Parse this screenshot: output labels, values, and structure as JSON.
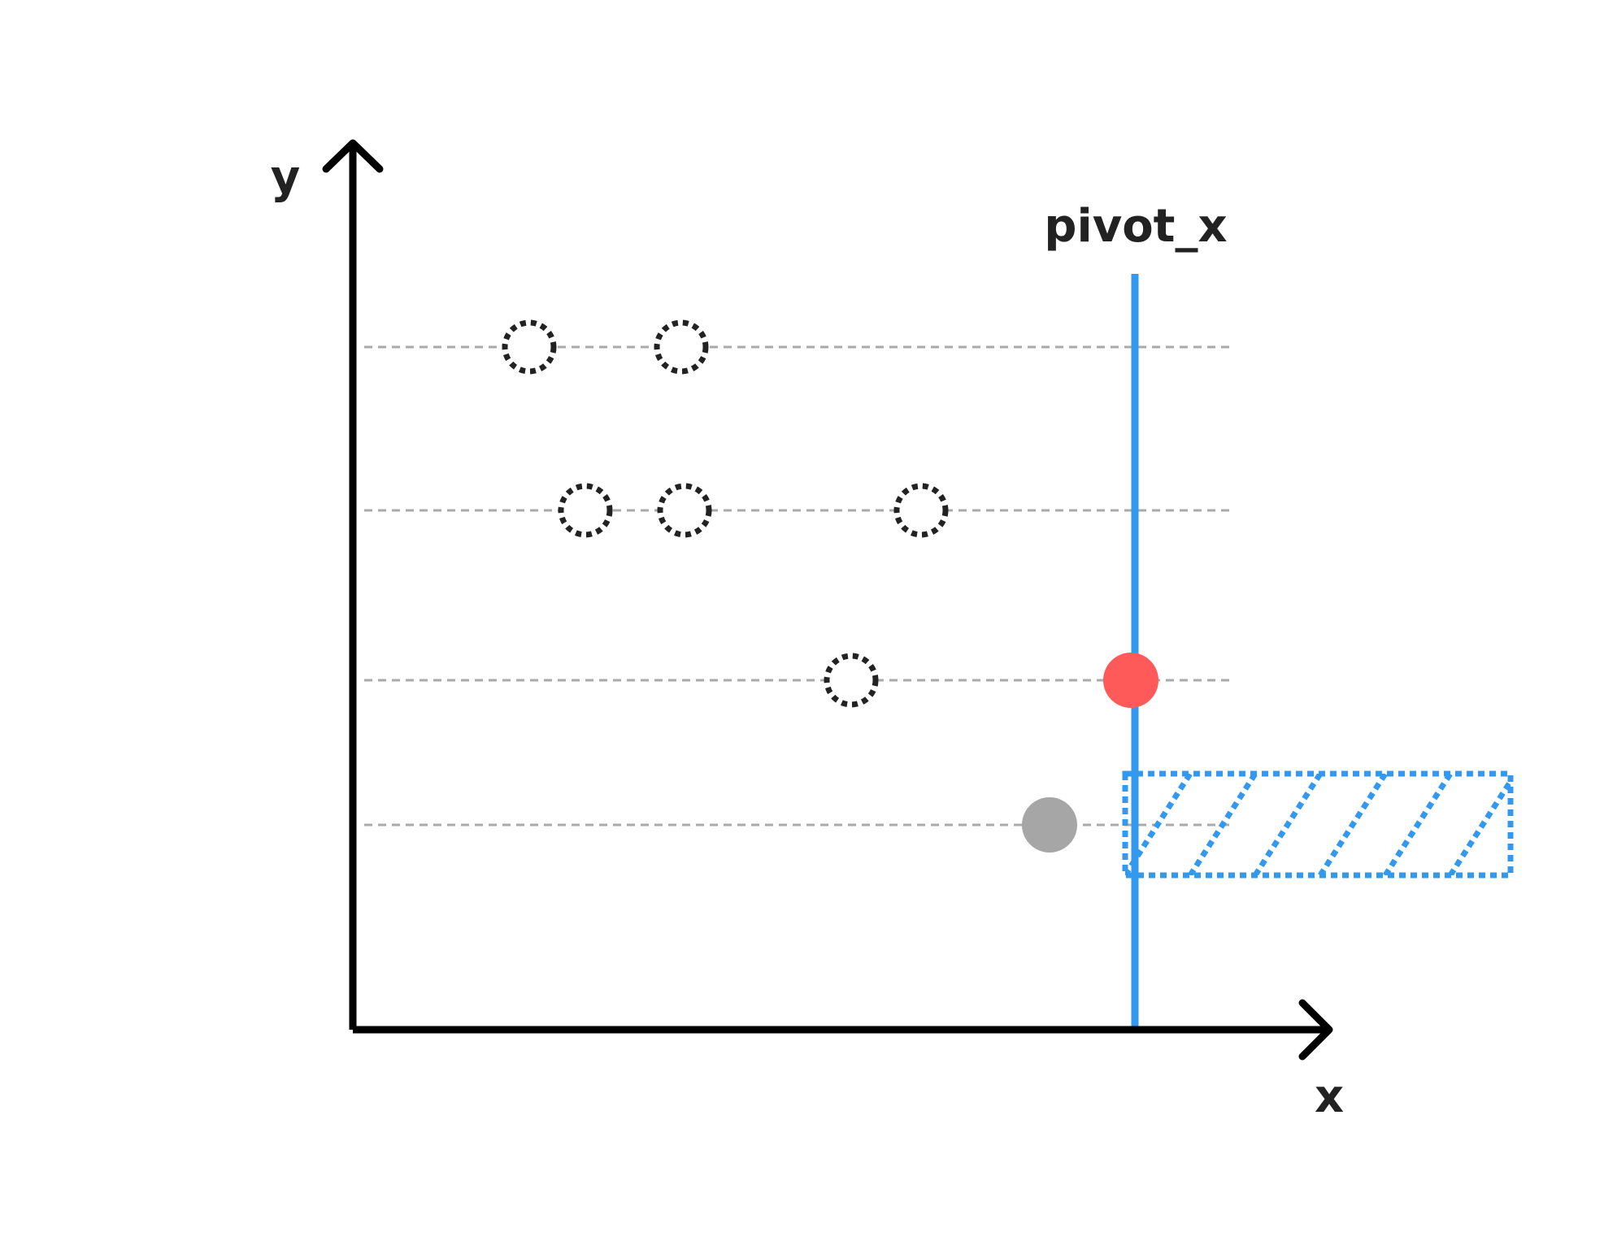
{
  "labels": {
    "y_axis": "y",
    "x_axis": "x",
    "pivot": "pivot_x"
  },
  "colors": {
    "axis": "#000000",
    "pivot_line": "#3399ee",
    "guide_line": "#aaaaaa",
    "point_outline": "#222222",
    "pivot_point": "#ff5a5a",
    "candidate_point": "#a6a6a6",
    "region": "#3399ee",
    "label": "#222222"
  },
  "icons": {
    "y_axis_arrow": "arrow-up-icon",
    "x_axis_arrow": "arrow-right-icon"
  }
}
